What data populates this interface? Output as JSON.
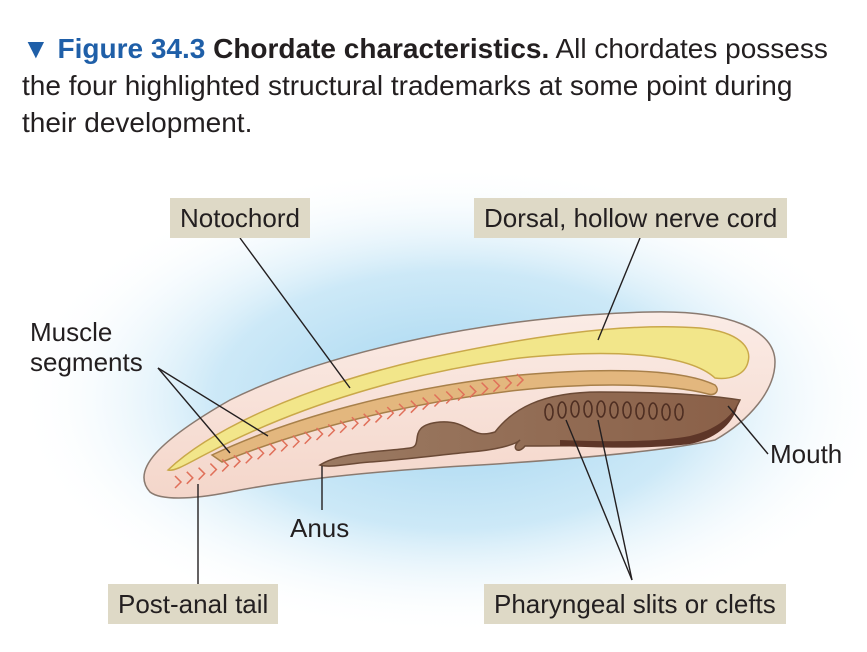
{
  "caption": {
    "figure_marker": "▼ Figure 34.3",
    "title": "Chordate characteristics.",
    "text": "All chordates possess the four highlighted structural trademarks at some point during their development."
  },
  "labels": {
    "notochord": "Notochord",
    "nerve_cord": "Dorsal, hollow nerve cord",
    "muscle_line1": "Muscle",
    "muscle_line2": "segments",
    "mouth": "Mouth",
    "anus": "Anus",
    "tail": "Post-anal tail",
    "pharyngeal": "Pharyngeal slits or clefts"
  },
  "colors": {
    "figure_blue": "#1f5fa8",
    "label_box": "#ded9c6",
    "glow": "#9fd3ef",
    "body": "#f7ded4",
    "nerve_cord": "#f2e68a",
    "notochord": "#e3b77e",
    "gut": "#9a7058",
    "muscle_chevrons": "#e0705a"
  }
}
